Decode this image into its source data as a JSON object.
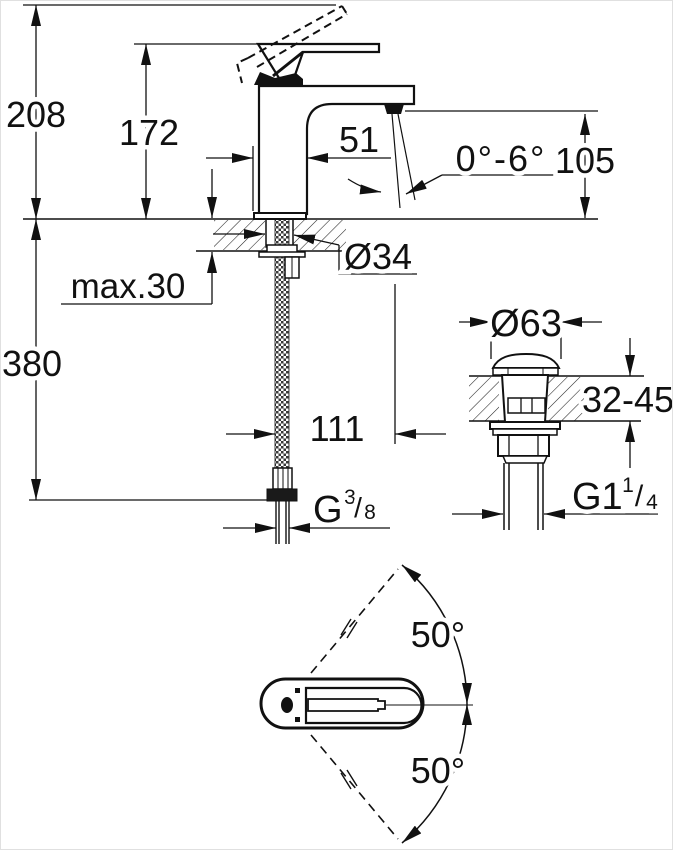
{
  "drawing": {
    "dimensions": {
      "overall_height": "208",
      "handle_height": "172",
      "body_width": "51",
      "spout_angle": "0°-6°",
      "outlet_height": "105",
      "deck_thickness_max": "max.30",
      "hole_diameter": "Ø34",
      "below_deck_height": "380",
      "spout_reach": "111",
      "waste_cap_diameter": "Ø63",
      "waste_deck_range": "32-45",
      "swing_angle_upper": "50°",
      "swing_angle_lower": "50°",
      "supply_thread": {
        "main": "G",
        "sup": "3",
        "slash": "/",
        "sub": "8"
      },
      "waste_thread": {
        "main": "G1",
        "sup": "1",
        "slash": "/",
        "sub": "4"
      }
    },
    "colors": {
      "line": "#111111",
      "background": "#ffffff"
    }
  }
}
